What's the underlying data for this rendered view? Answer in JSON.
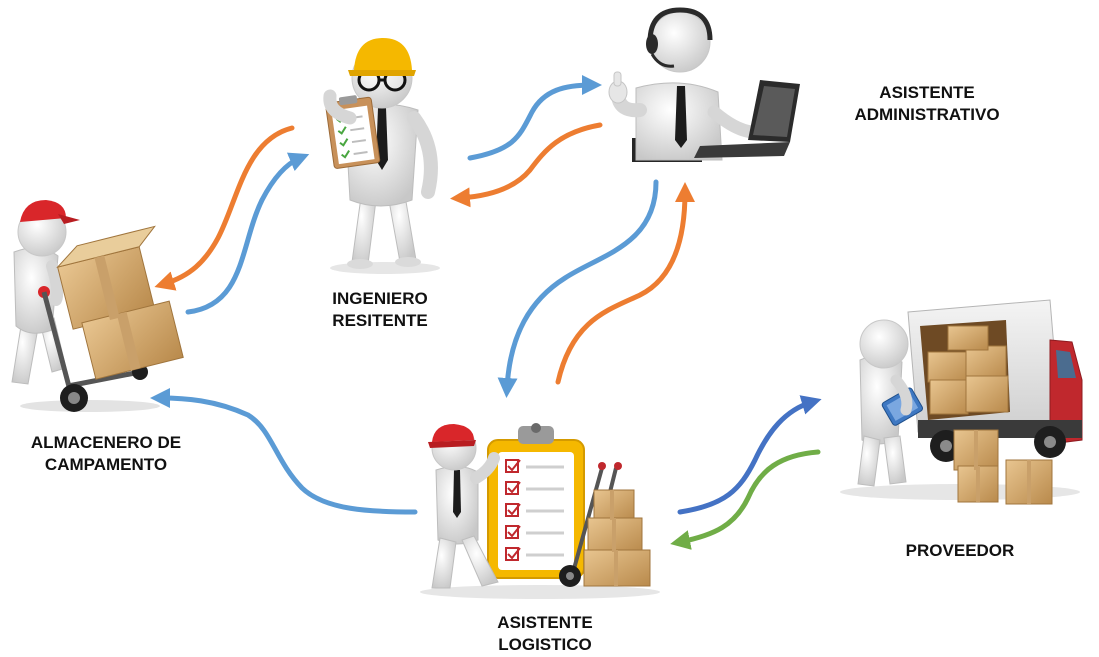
{
  "nodes": {
    "ingeniero": {
      "lines": [
        "INGENIERO",
        "RESITENTE"
      ],
      "icon": "engineer-with-clipboard-icon"
    },
    "administrativo": {
      "lines": [
        "ASISTENTE",
        "ADMINISTRATIVO"
      ],
      "icon": "assistant-with-laptop-headset-icon"
    },
    "almacenero": {
      "lines": [
        "ALMACENERO DE",
        "CAMPAMENTO"
      ],
      "icon": "worker-with-hand-truck-icon"
    },
    "logistico": {
      "lines": [
        "ASISTENTE",
        "LOGISTICO"
      ],
      "icon": "clipboard-checklist-boxes-icon"
    },
    "proveedor": {
      "lines": [
        "PROVEEDOR"
      ],
      "icon": "delivery-truck-icon"
    }
  },
  "colors": {
    "arrow_blue": "#5b9bd5",
    "arrow_orange": "#ed7d31",
    "arrow_darkblue": "#4472c4",
    "arrow_green": "#70ad47",
    "hard_hat_yellow": "#f5b800",
    "cap_red": "#d9262a",
    "box_tan": "#d9b27a",
    "truck_red": "#c0282d",
    "figure_white": "#f2f2f2"
  }
}
